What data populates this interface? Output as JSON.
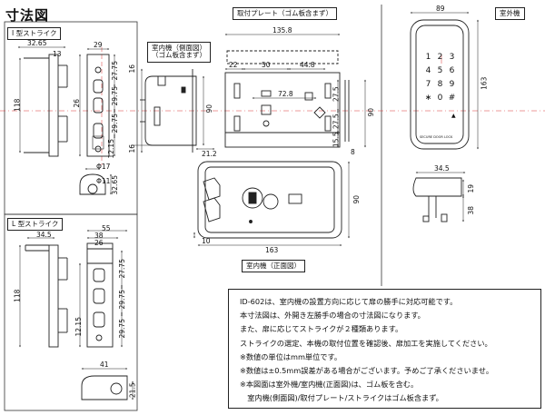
{
  "title": "寸法図",
  "labels": {
    "i_strike": "I 型ストライク",
    "l_strike": "L 型ストライク",
    "side_view": "室内機（側面図）",
    "side_view_sub": "（ゴム板含まず）",
    "plate": "取付プレート（ゴム板含まず）",
    "outdoor": "室外機",
    "front_view": "室内機（正面図）"
  },
  "dims": {
    "d_32_65": "32.65",
    "d_29": "29",
    "d_13": "13",
    "d_118": "118",
    "d_27_75": "27.75",
    "d_29_75": "29.75",
    "d_26": "26",
    "d_12_15": "12.15",
    "d_phi17": "Φ17",
    "d_phi11": "Φ11",
    "d_38": "38",
    "d_34_5": "34.5",
    "d_55": "55",
    "d_41": "41",
    "d_21_5": "21.5",
    "d_16": "16",
    "d_21_2": "21.2",
    "d_10": "10",
    "d_135_8": "135.8",
    "d_22": "22",
    "d_50": "50",
    "d_44_8": "44.8",
    "d_72_8": "72.8",
    "d_27_5": "27.5",
    "d_15_5": "15.5",
    "d_8": "8",
    "d_163": "163",
    "d_90": "90",
    "d_89": "89",
    "d_19": "19"
  },
  "keypad": {
    "keys": [
      "1",
      "2",
      "3",
      "4",
      "5",
      "6",
      "7",
      "8",
      "9",
      "∗",
      "0",
      "#"
    ],
    "enter": "▲",
    "brand": "SECURE DOOR LOCK"
  },
  "notes": [
    "ID-602は、室内機の設置方向に応じて扉の勝手に対応可能です。",
    "本寸法図は、外開き左勝手の場合の寸法図になります。",
    "また、扉に応じてストライクが２種類あります。",
    "ストライクの選定、本機の取付位置を確認後、扉加工を実施してください。",
    "※数値の単位はmm単位です。",
    "※数値は±0.5mm誤差がある場合がございます。予めご了承くださいませ。",
    "※本図面は室外機/室内機(正面図)は、ゴム板を含む。",
    "　室内機(側面図)/取付プレート/ストライクはゴム板含まず。"
  ]
}
